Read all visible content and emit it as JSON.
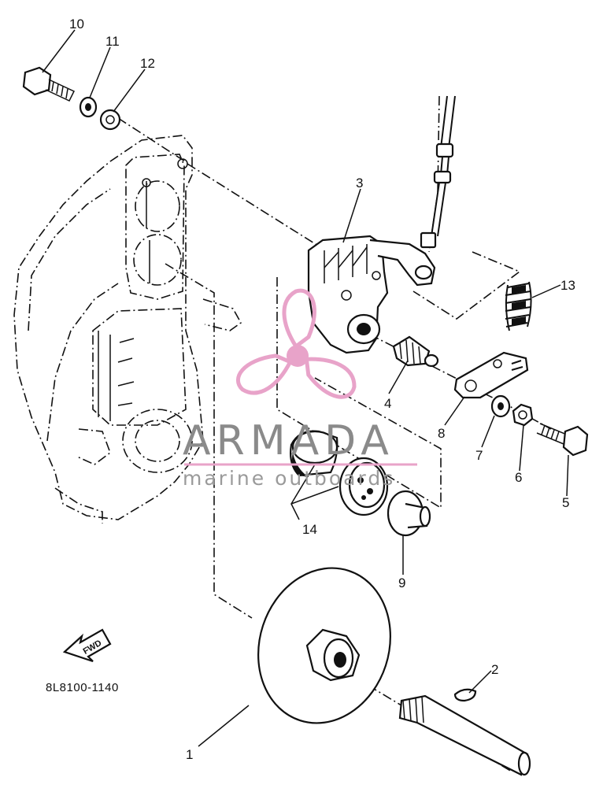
{
  "diagram": {
    "part_numbers": {
      "p1": "1",
      "p2": "2",
      "p3": "3",
      "p4": "4",
      "p5": "5",
      "p6": "6",
      "p7": "7",
      "p8": "8",
      "p9": "9",
      "p10": "10",
      "p11": "11",
      "p12": "12",
      "p13": "13",
      "p14": "14"
    },
    "catalog_code": "8L8100-1140",
    "fwd_label": "FWD"
  },
  "watermark": {
    "brand": "ARMADA",
    "tagline": "marine outboards",
    "color": "#e8a3c9"
  }
}
